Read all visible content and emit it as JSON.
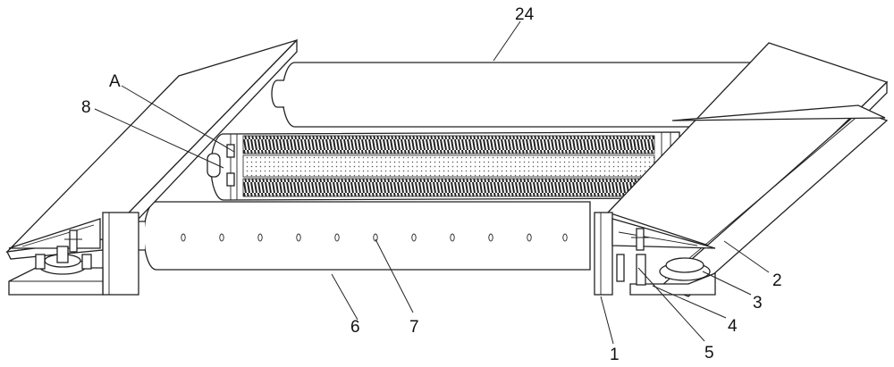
{
  "figure": {
    "labels": [
      {
        "id": "label-24",
        "text": "24"
      },
      {
        "id": "label-a",
        "text": "A"
      },
      {
        "id": "label-8",
        "text": "8"
      },
      {
        "id": "label-6",
        "text": "6"
      },
      {
        "id": "label-7",
        "text": "7"
      },
      {
        "id": "label-1",
        "text": "1"
      },
      {
        "id": "label-5",
        "text": "5"
      },
      {
        "id": "label-4",
        "text": "4"
      },
      {
        "id": "label-3",
        "text": "3"
      },
      {
        "id": "label-2",
        "text": "2"
      }
    ],
    "colors": {
      "line": "#222222",
      "background": "#ffffff",
      "bristle": "#222222",
      "mesh": "#555555"
    }
  }
}
